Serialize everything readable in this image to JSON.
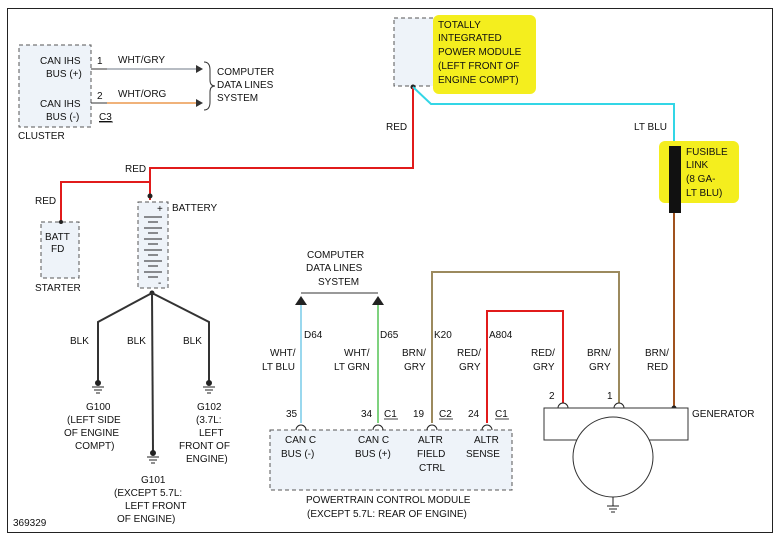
{
  "figure_id": "369329",
  "colors": {
    "red": "#e11b1b",
    "lt_blu": "#33d6e6",
    "brn": "#a0521e",
    "brn_gry": "#9c8a5e",
    "blk": "#333333",
    "wht_gry": "#b7bcc3",
    "wht_org": "#f0b27a",
    "wht_lt_blu": "#9ad8ee",
    "wht_lt_grn": "#7fd27f",
    "highlight": "#f4ee1e"
  },
  "cluster": {
    "pin1_num": "1",
    "pin1_line1": "CAN IHS",
    "pin1_line2": "BUS (+)",
    "pin2_num": "2",
    "pin2_line1": "CAN IHS",
    "pin2_line2": "BUS (-)",
    "connector": "C3",
    "title": "CLUSTER",
    "wire1": "WHT/GRY",
    "wire2": "WHT/ORG"
  },
  "data_lines_top": [
    "COMPUTER",
    "DATA LINES",
    "SYSTEM"
  ],
  "tipm": [
    "TOTALLY",
    "INTEGRATED",
    "POWER MODULE",
    "(LEFT FRONT OF",
    "ENGINE COMPT)"
  ],
  "wire_red_tipm": "RED",
  "wire_lt_blu": "LT BLU",
  "fusible_link": [
    "FUSIBLE",
    "LINK",
    "(8 GA-",
    "LT BLU)"
  ],
  "battery": {
    "label": "BATTERY",
    "plus": "+",
    "minus": "-",
    "wire_red": "RED"
  },
  "starter": {
    "wire": "RED",
    "line1": "BATT",
    "line2": "FD",
    "title": "STARTER"
  },
  "grounds": {
    "wire1": "BLK",
    "wire2": "BLK",
    "wire3": "BLK",
    "g100": [
      "G100",
      "(LEFT SIDE",
      "OF ENGINE",
      "COMPT)"
    ],
    "g101": [
      "G101",
      "(EXCEPT 5.7L:",
      "LEFT FRONT",
      "OF ENGINE)"
    ],
    "g102": [
      "G102",
      "(3.7L:",
      "LEFT",
      "FRONT OF",
      "ENGINE)"
    ]
  },
  "data_lines_mid": [
    "COMPUTER",
    "DATA LINES",
    "SYSTEM"
  ],
  "pcm_wires": {
    "d64_code": "D64",
    "d64_color": [
      "WHT/",
      "LT BLU"
    ],
    "d65_code": "D65",
    "d65_color": [
      "WHT/",
      "LT GRN"
    ],
    "k20_code": "K20",
    "k20_color": [
      "BRN/",
      "GRY"
    ],
    "a804_code": "A804",
    "a804_color": [
      "RED/",
      "GRY"
    ]
  },
  "pcm": {
    "pin35": "35",
    "pin34": "34",
    "conn_c1a": "C1",
    "pin19": "19",
    "conn_c2": "C2",
    "pin24": "24",
    "conn_c1b": "C1",
    "can_minus": [
      "CAN C",
      "BUS (-)"
    ],
    "can_plus": [
      "CAN C",
      "BUS (+)"
    ],
    "altr_field": [
      "ALTR",
      "FIELD",
      "CTRL"
    ],
    "altr_sense": [
      "ALTR",
      "SENSE"
    ],
    "title1": "POWERTRAIN CONTROL MODULE",
    "title2": "(EXCEPT 5.7L: REAR OF ENGINE)"
  },
  "generator": {
    "title": "GENERATOR",
    "wire_rg": [
      "RED/",
      "GRY"
    ],
    "wire_bg": [
      "BRN/",
      "GRY"
    ],
    "wire_br": [
      "BRN/",
      "RED"
    ],
    "pin2": "2",
    "pin1": "1"
  }
}
